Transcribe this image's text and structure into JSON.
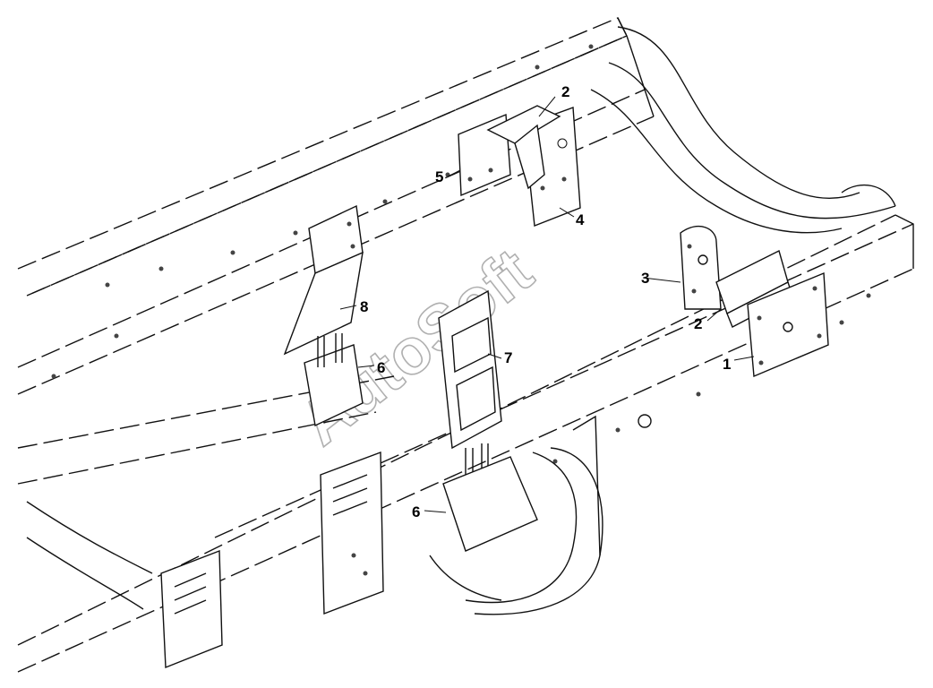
{
  "diagram": {
    "callouts": {
      "c1": "1",
      "c2a": "2",
      "c2b": "2",
      "c3": "3",
      "c4": "4",
      "c5": "5",
      "c6a": "6",
      "c6b": "6",
      "c7": "7",
      "c8": "8"
    },
    "watermark": "AutoSoft"
  }
}
